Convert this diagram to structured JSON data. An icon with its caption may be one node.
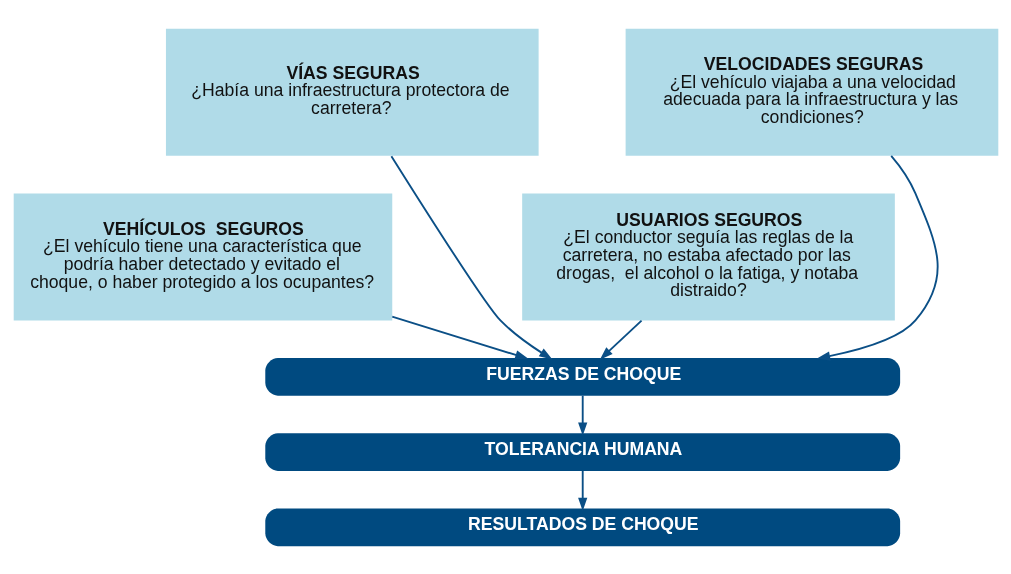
{
  "diagram": {
    "nodes": [
      {
        "text": [
          "VÍAS SEGURAS",
          "¿Había una infraestructura protectora de carretera?"
        ]
      },
      {
        "text": [
          "VELOCIDADES SEGURAS",
          "¿El vehículo viajaba a una velocidad adecuada para la infraestructura y las condiciones?"
        ]
      },
      {
        "text": [
          "VEHÍCULOS  SEGUROS",
          "¿El vehículo tiene una característica que podría haber detectado y evitado el choque, o haber protegido a los ocupantes?"
        ]
      },
      {
        "text": [
          "USUARIOS SEGUROS",
          "¿El conductor seguía las reglas de la carretera, no estaba afectado por las drogas,  el alcohol o la fatiga, y notaba distraido?"
        ]
      },
      {
        "text": [
          "FUERZAS DE CHOQUE"
        ]
      },
      {
        "text": [
          "TOLERANCIA HUMANA"
        ]
      },
      {
        "text": [
          "RESULTADOS DE CHOQUE"
        ]
      }
    ],
    "edges": [
      {
        "from": 2,
        "to": 4,
        "arrow": "to"
      },
      {
        "from": 0,
        "to": 4,
        "arrow": "to"
      },
      {
        "from": 1,
        "to": 4,
        "arrow": "to"
      },
      {
        "from": 3,
        "to": 4,
        "arrow": "to"
      },
      {
        "from": 4,
        "to": 5,
        "arrow": "to"
      },
      {
        "from": 5,
        "to": 6,
        "arrow": "to"
      }
    ]
  }
}
